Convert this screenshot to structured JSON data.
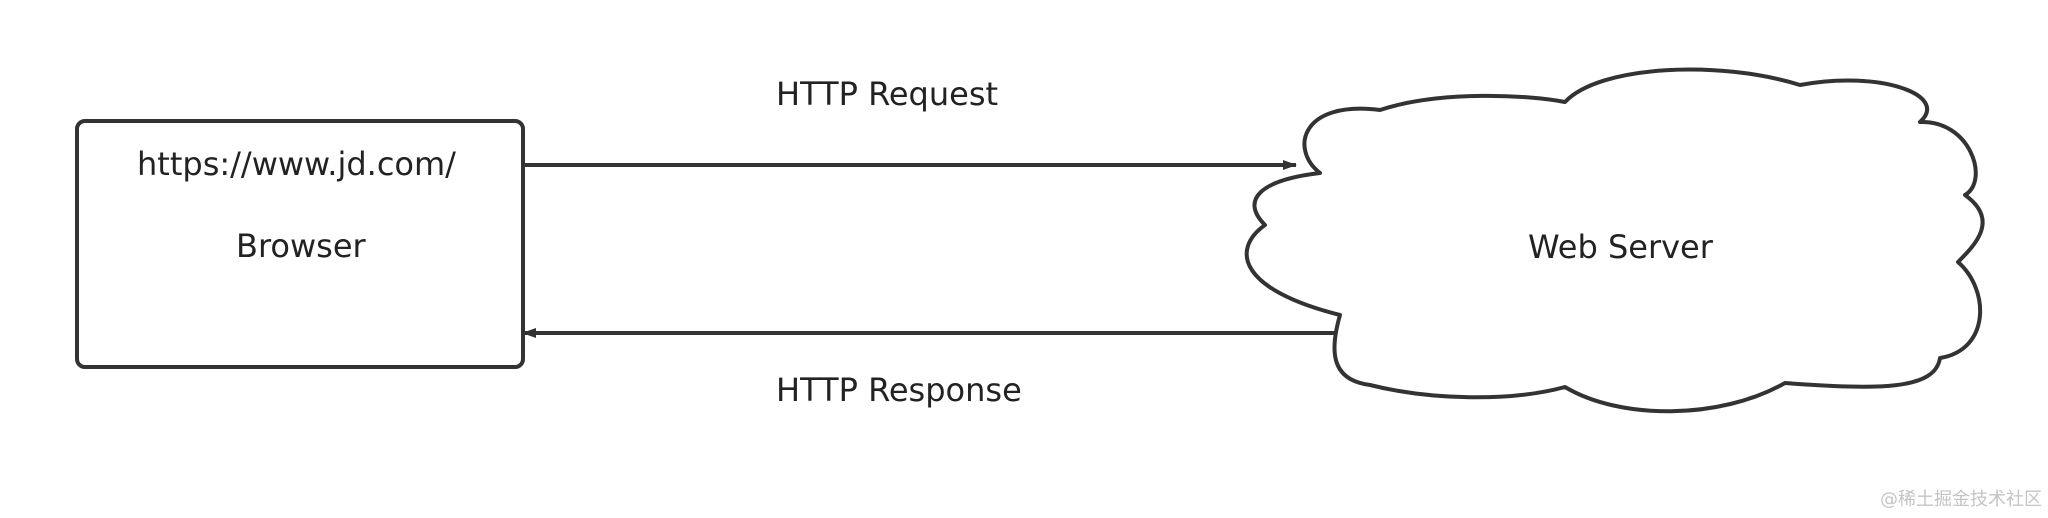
{
  "browser": {
    "url": "https://www.jd.com/",
    "label": "Browser"
  },
  "server": {
    "label": "Web Server"
  },
  "request": {
    "label": "HTTP Request"
  },
  "response": {
    "label": "HTTP Response"
  },
  "watermark": "@稀土掘金技术社区",
  "colors": {
    "stroke": "#333333",
    "text": "#222222",
    "background": "#ffffff"
  }
}
